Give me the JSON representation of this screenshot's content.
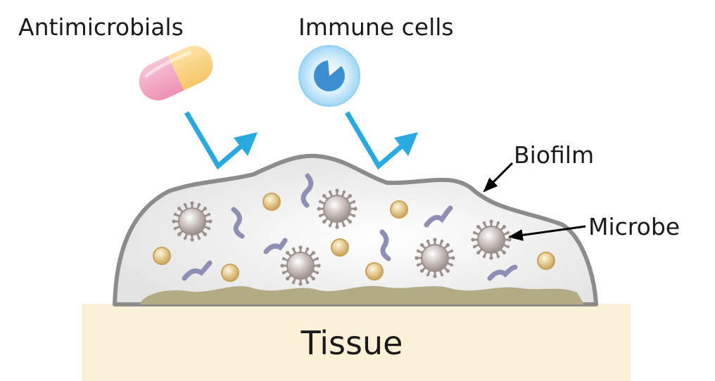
{
  "labels": {
    "antimicrobials": "Antimicrobials",
    "immune_cells": "Immune cells",
    "biofilm": "Biofilm",
    "microbe": "Microbe",
    "tissue": "Tissue"
  },
  "colors": {
    "arrow": "#29a9e1",
    "biofilm_outline": "#8c8c8c",
    "biofilm_fill": "#eeeeee",
    "sediment": "#b3aa86",
    "tissue": "#fbf1d8",
    "spiky_microbe": "#9d8f8c",
    "round_microbe": "#d7b873",
    "rod_microbe": "#8f8fb5",
    "capsule_pink": "#f19ab8",
    "capsule_yellow": "#f8cf7a",
    "immune_cell": "#8fd0f5"
  },
  "icons": {
    "capsule": "capsule-icon",
    "immune_cell": "immune-cell-icon",
    "microbe": "microbe-icon"
  }
}
